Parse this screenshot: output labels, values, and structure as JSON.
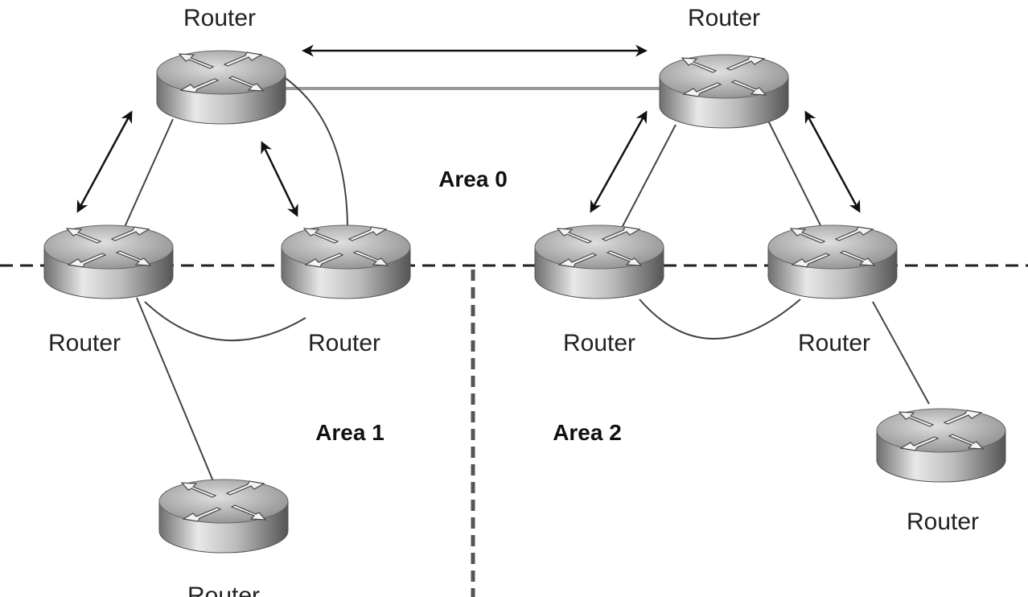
{
  "routers": [
    {
      "id": "area0-left",
      "label": "Router"
    },
    {
      "id": "area0-right",
      "label": "Router"
    },
    {
      "id": "area1-abr-left",
      "label": "Router"
    },
    {
      "id": "area1-abr-right",
      "label": "Router"
    },
    {
      "id": "area2-abr-left",
      "label": "Router"
    },
    {
      "id": "area2-abr-right",
      "label": "Router"
    },
    {
      "id": "area1-internal",
      "label": "Router"
    },
    {
      "id": "area2-internal",
      "label": "Router"
    }
  ],
  "areas": {
    "area0": "Area 0",
    "area1": "Area 1",
    "area2": "Area 2"
  }
}
